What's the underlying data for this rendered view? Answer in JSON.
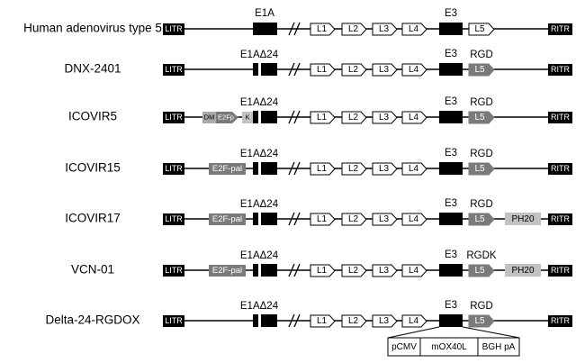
{
  "diagram": {
    "colors": {
      "black": "#000000",
      "gray": "#7a7a7a",
      "light_gray": "#c2c2c2",
      "mid_gray": "#a9a9a9",
      "white": "#ffffff"
    },
    "labels": {
      "litr": "LITR",
      "ritr": "RITR",
      "e1a": "E1A",
      "e1a_delta24": "E1AΔ24",
      "e3": "E3",
      "l1": "L1",
      "l2": "L2",
      "l3": "L3",
      "l4": "L4",
      "l5": "L5",
      "rgd": "RGD",
      "rgdk": "RGDK",
      "ph20": "PH20",
      "e2f_pal": "E2F-pal",
      "dm": "DM",
      "e2fp": "E2Fp",
      "k": "K"
    },
    "constructs": [
      {
        "name": "Human adenovirus type 5",
        "promoter": "none",
        "e1a": "E1A",
        "fiber_mod": "none",
        "ph20": false,
        "insert": false
      },
      {
        "name": "DNX-2401",
        "promoter": "none",
        "e1a": "E1AΔ24",
        "fiber_mod": "RGD",
        "ph20": false,
        "insert": false
      },
      {
        "name": "ICOVIR5",
        "promoter": "dm_e2fp_k",
        "e1a": "E1AΔ24",
        "fiber_mod": "RGD",
        "ph20": false,
        "insert": false
      },
      {
        "name": "ICOVIR15",
        "promoter": "e2f_pal",
        "e1a": "E1AΔ24",
        "fiber_mod": "RGD",
        "ph20": false,
        "insert": false
      },
      {
        "name": "ICOVIR17",
        "promoter": "e2f_pal",
        "e1a": "E1AΔ24",
        "fiber_mod": "RGD",
        "ph20": true,
        "insert": false
      },
      {
        "name": "VCN-01",
        "promoter": "e2f_pal",
        "e1a": "E1AΔ24",
        "fiber_mod": "RGDK",
        "ph20": true,
        "insert": false
      },
      {
        "name": "Delta-24-RGDOX",
        "promoter": "none",
        "e1a": "E1AΔ24",
        "fiber_mod": "RGD",
        "ph20": false,
        "insert": true
      }
    ],
    "insert": {
      "cells": [
        "pCMV",
        "mOX40L",
        "BGH pA"
      ]
    }
  }
}
